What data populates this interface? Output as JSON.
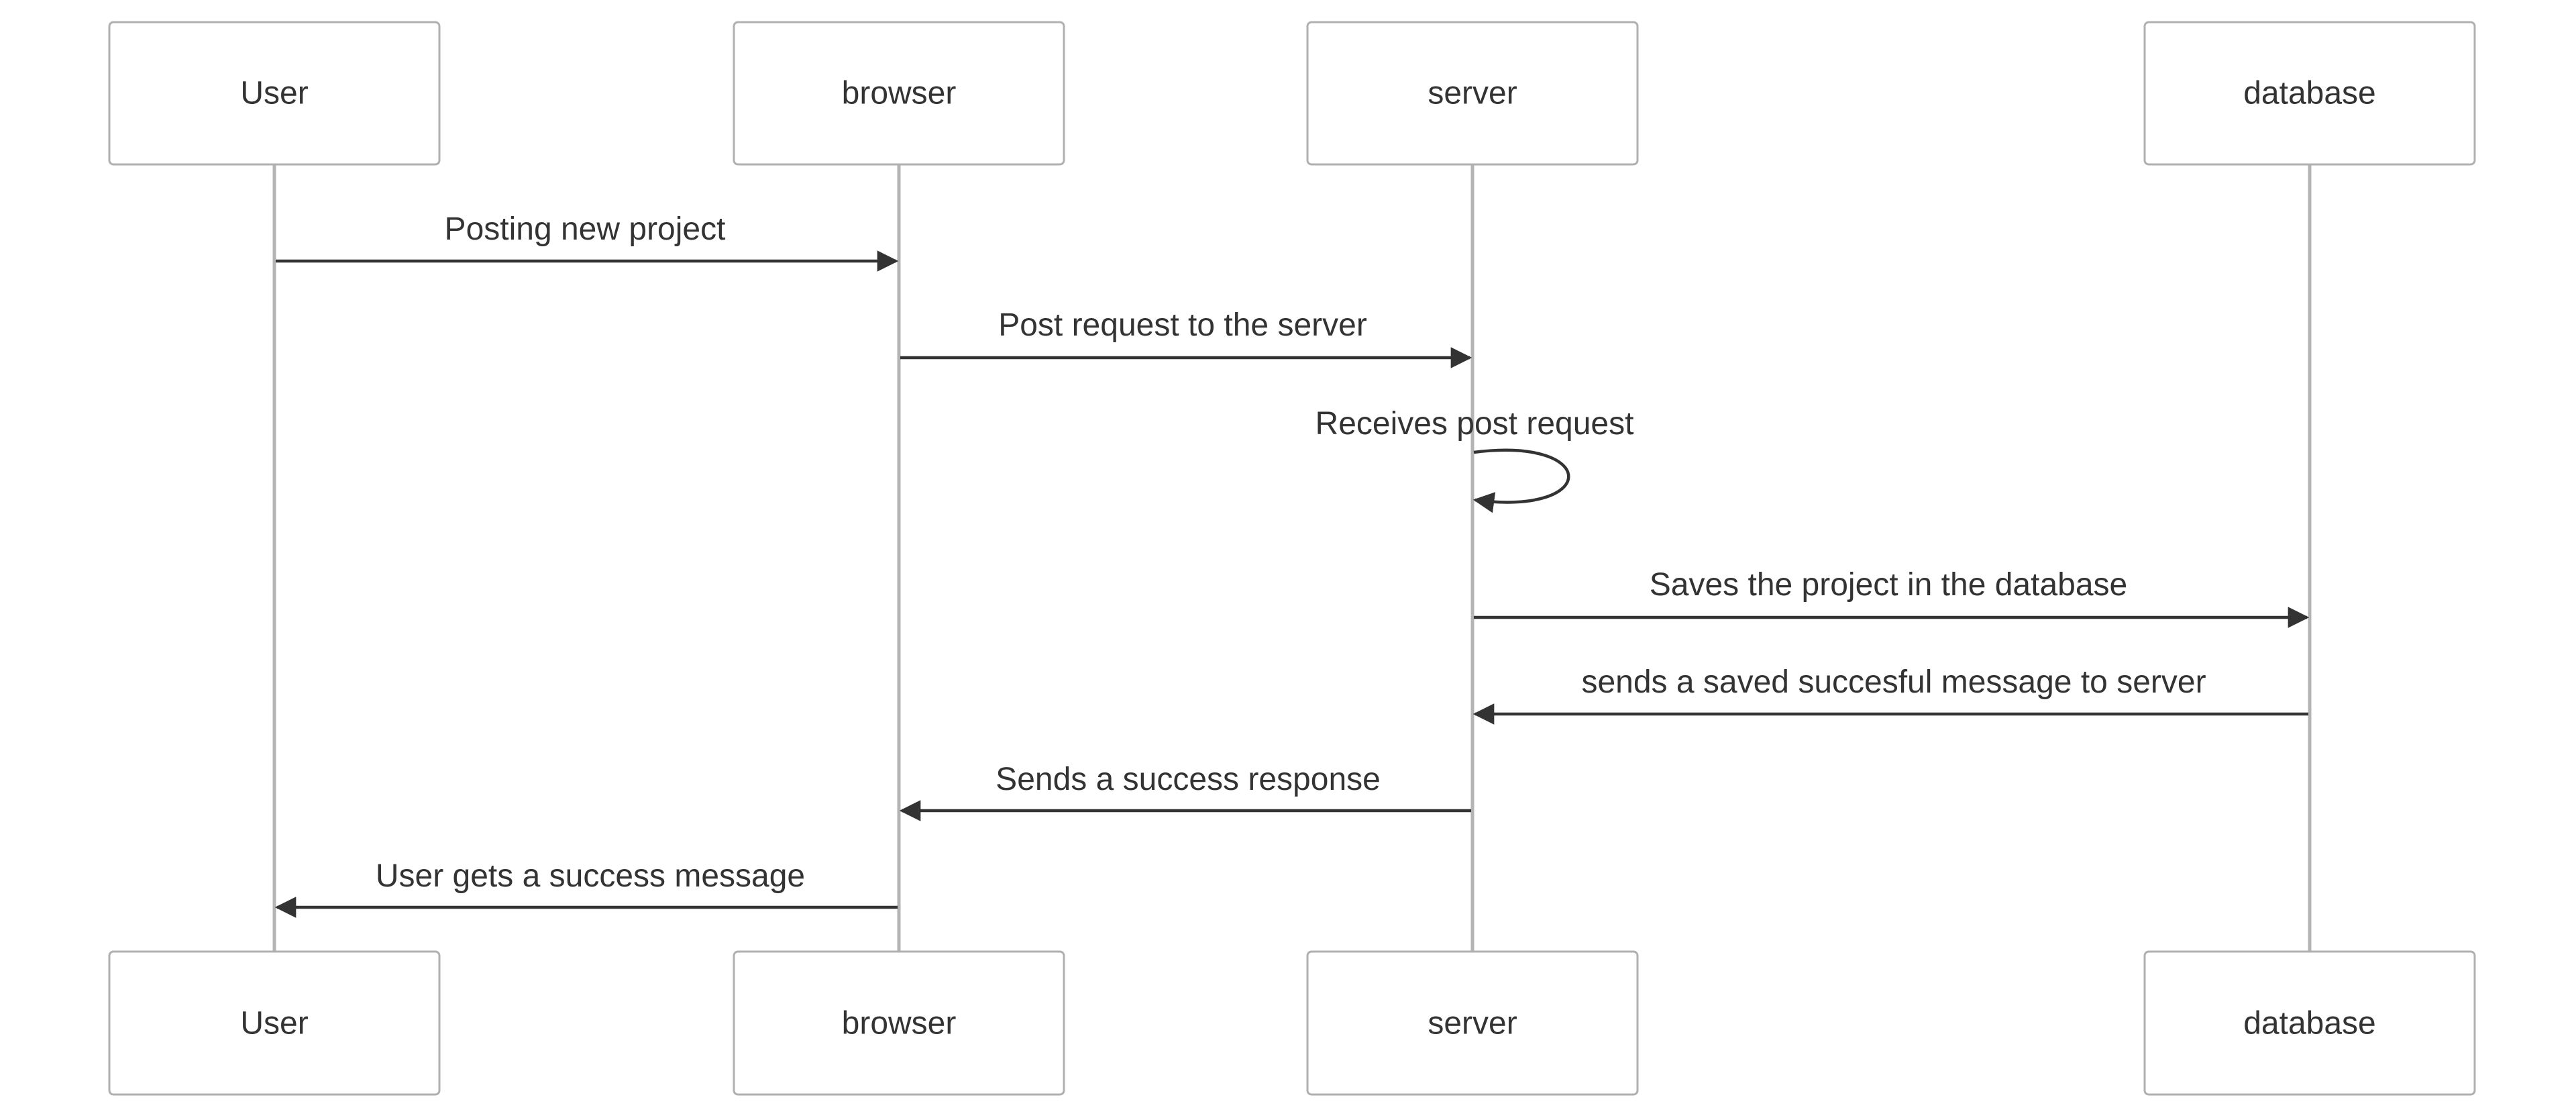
{
  "participants": [
    {
      "id": "user",
      "label": "User"
    },
    {
      "id": "browser",
      "label": "browser"
    },
    {
      "id": "server",
      "label": "server"
    },
    {
      "id": "database",
      "label": "database"
    }
  ],
  "messages": [
    {
      "from": "user",
      "to": "browser",
      "label": "Posting new project"
    },
    {
      "from": "browser",
      "to": "server",
      "label": "Post request to the server"
    },
    {
      "from": "server",
      "to": "server",
      "label": "Receives post request"
    },
    {
      "from": "server",
      "to": "database",
      "label": "Saves the project in the database"
    },
    {
      "from": "database",
      "to": "server",
      "label": "sends a saved succesful message to server"
    },
    {
      "from": "server",
      "to": "browser",
      "label": "Sends a success response"
    },
    {
      "from": "browser",
      "to": "user",
      "label": "User gets a success message"
    }
  ],
  "colors": {
    "line": "#333333",
    "lifeline": "#b4b4b4",
    "box_border": "#b0b0b0",
    "text": "#333333"
  }
}
